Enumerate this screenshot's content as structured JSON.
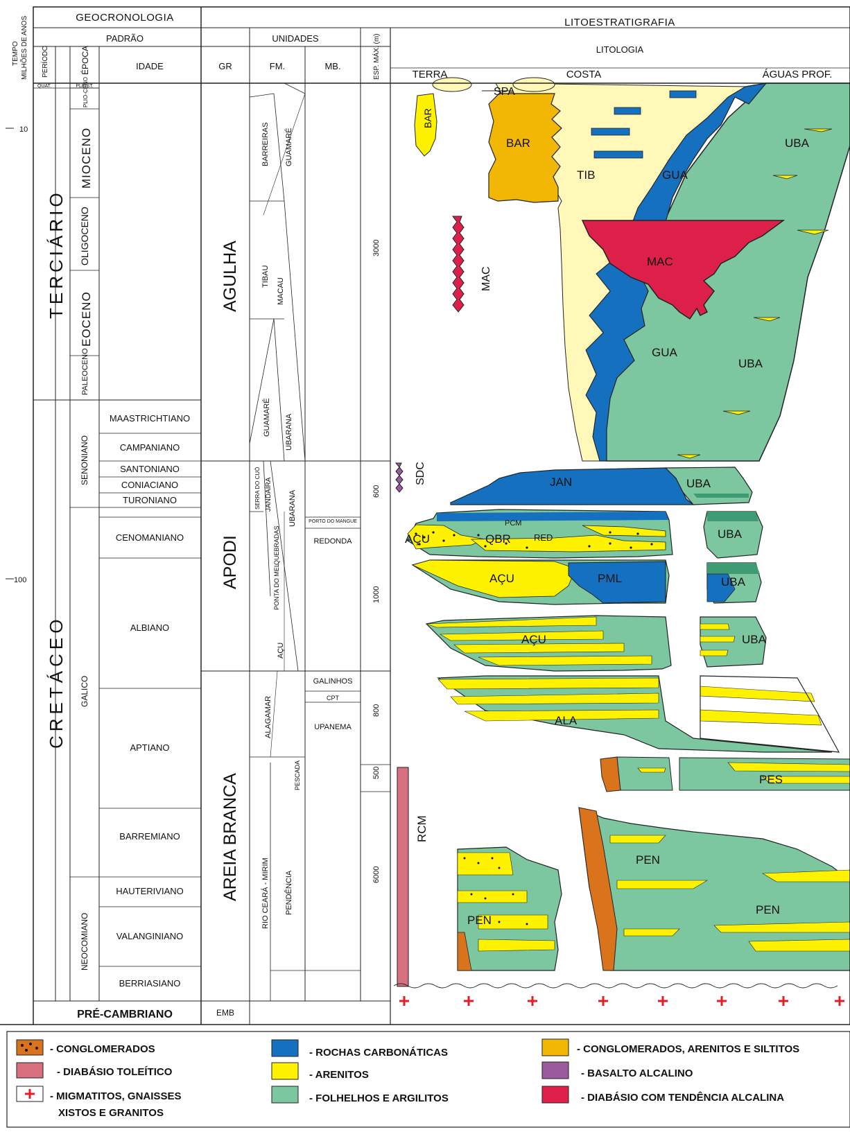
{
  "header": {
    "geo": "GEOCRONOLOGIA",
    "lito": "LITOESTRATIGRAFIA",
    "padrao": "PADRÃO",
    "unidades": "UNIDADES",
    "litologia": "LITOLOGIA",
    "tempo": "TEMPO",
    "milhoes": "MILHÕES DE ANOS",
    "periodo": "PERÍODO",
    "epoca": "ÉPOCA",
    "idade": "IDADE",
    "gr": "GR",
    "fm": "FM.",
    "mb": "MB.",
    "esp": "ESP. MÁX. (m)",
    "terra": "TERRA",
    "costa": "COSTA",
    "aguas": "ÁGUAS PROF."
  },
  "time": {
    "t10": "10",
    "t100": "100"
  },
  "periods": {
    "quat": "QUAT.",
    "terciario": "TERCIÁRIO",
    "cretaceo": "CRETÁCEO",
    "precambriano": "PRÉ-CAMBRIANO"
  },
  "epochs": {
    "pleist": "PLEIST.",
    "plio": "PLIO-CENO",
    "mioceno": "MIOCENO",
    "oligoceno": "OLIGOCENO",
    "eoceno": "EOCENO",
    "paleoceno": "PALEOCENO",
    "senoniano": "SENONIANO",
    "galico": "GALICO",
    "neocomiano": "NEOCOMIANO"
  },
  "ages": [
    "MAASTRICHTIANO",
    "CAMPANIANO",
    "SANTONIANO",
    "CONIACIANO",
    "TURONIANO",
    "CENOMANIANO",
    "ALBIANO",
    "APTIANO",
    "BARREMIANO",
    "HAUTERIVIANO",
    "VALANGINIANO",
    "BERRIASIANO"
  ],
  "groups": {
    "agulha": "AGULHA",
    "apodi": "APODI",
    "areia": "AREIA BRANCA",
    "emb": "EMB"
  },
  "formations": {
    "barreiras": "BARREIRAS",
    "guamare1": "GUAMARÉ",
    "tibau": "TIBAU",
    "macau": "MACAU",
    "guamare2": "GUAMARÉ",
    "ubarana1": "UBARANA",
    "serra": "SERRA DO CUÓ",
    "jandaira": "JANDAÍRA",
    "ubarana2": "UBARANA",
    "quebradas": "QUEBRADAS",
    "pontamel": "PONTA DO MEL",
    "acu": "AÇU",
    "alagamar": "ALAGAMAR",
    "pescada": "PESCADA",
    "rioceara": "RIO CEARÁ - MIRIM",
    "pendencia": "PENDÊNCIA"
  },
  "members": {
    "porto": "PORTO DO MANGUE",
    "redonda": "REDONDA",
    "galinhos": "GALINHOS",
    "cpt": "CPT",
    "upanema": "UPANEMA"
  },
  "thickness": {
    "t3000": "3000",
    "t600": "600",
    "t1000": "1000",
    "t800": "800",
    "t500": "500",
    "t6000": "6000"
  },
  "rocks": {
    "spa": "SPA",
    "bar_small": "BAR",
    "bar": "BAR",
    "tib": "TIB",
    "gua1": "GUA",
    "uba1": "UBA",
    "mac": "MAC",
    "mac_dyke": "MAC",
    "gua2": "GUA",
    "uba2": "UBA",
    "sdc": "SDC",
    "jan": "JAN",
    "uba3": "UBA",
    "uba4": "UBA",
    "acu1": "AÇU",
    "qbr": "QBR",
    "pcm": "PCM",
    "red": "RED",
    "acu2": "AÇU",
    "pml": "PML",
    "uba5": "UBA",
    "acu3": "AÇU",
    "uba6": "UBA",
    "ala": "ALA",
    "pes": "PES",
    "rcm": "RCM",
    "pen1": "PEN",
    "pen2": "PEN",
    "pen3": "PEN"
  },
  "legend": {
    "conglomerados": "- CONGLOMERADOS",
    "diabasio_toleitico": "- DIABÁSIO TOLEÍTICO",
    "migmatitos1": "- MIGMATITOS, GNAISSES",
    "migmatitos2": "XISTOS E GRANITOS",
    "carbonaticas": "- ROCHAS CARBONÁTICAS",
    "arenitos": "- ARENITOS",
    "folhelhos": "- FOLHELHOS E ARGILITOS",
    "cong_aren_silt": "- CONGLOMERADOS, ARENITOS E SILTITOS",
    "basalto": "- BASALTO ALCALINO",
    "diabasio_alc": "- DIABÁSIO COM TENDÊNCIA ALCALINA"
  },
  "colors": {
    "conglomerate": "#d9731c",
    "toleitic": "#d8707f",
    "carbonate": "#1570bf",
    "sandstone": "#fff200",
    "shale": "#7cc7a0",
    "shale_dark": "#3f9b73",
    "cong_sand_silt": "#f2b705",
    "basalt": "#9c5a9e",
    "diabase_alc": "#dd2049",
    "coastal": "#fff8b8",
    "basement": "#e31e24"
  }
}
